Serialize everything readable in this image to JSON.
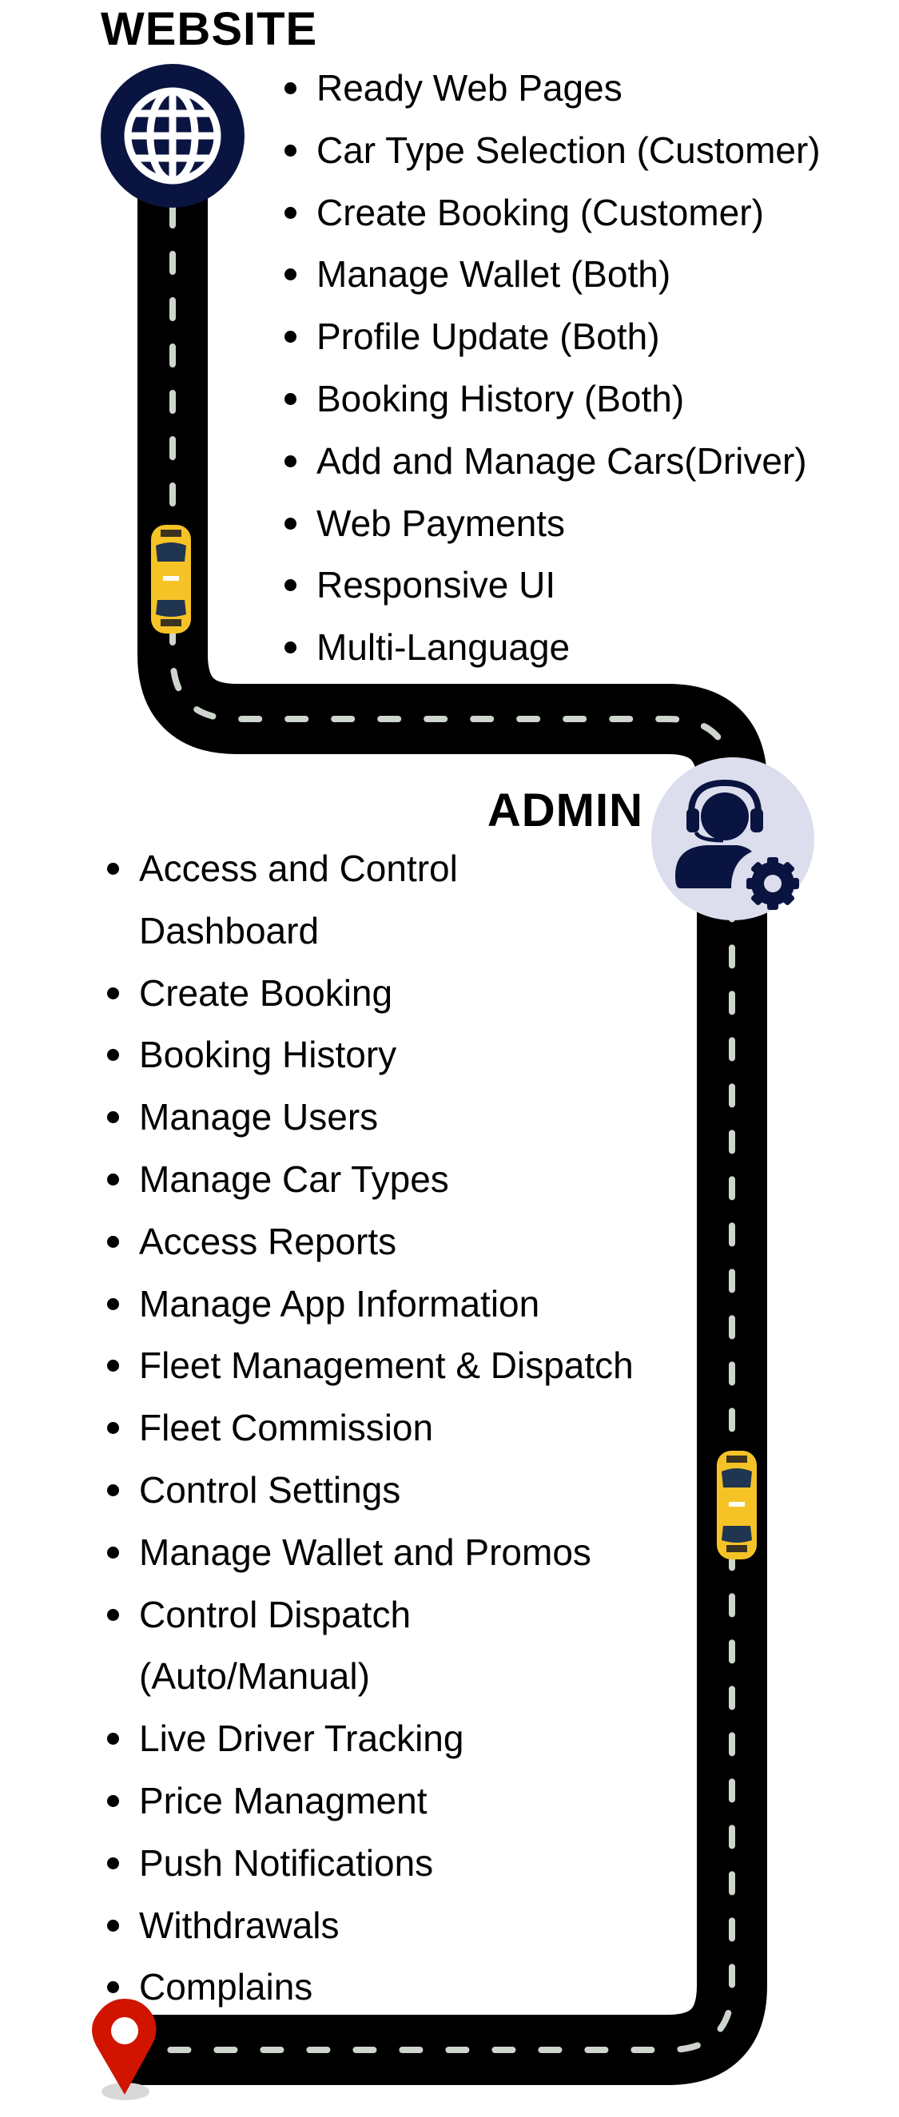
{
  "colors": {
    "road": "#000000",
    "lane": "#cdd5cc",
    "navy": "#0a1440",
    "admin_bg": "#dcdeee",
    "pin": "#d01400",
    "taxi": "#f6c326"
  },
  "website": {
    "title": "WEBSITE",
    "icon": "globe-icon",
    "items": [
      [
        "Ready Web Pages"
      ],
      [
        "Car Type Selection (Customer)"
      ],
      [
        "Create Booking (Customer)"
      ],
      [
        "Manage Wallet (Both)"
      ],
      [
        "Profile Update (Both)"
      ],
      [
        "Booking History (Both)"
      ],
      [
        "Add and Manage Cars(Driver)"
      ],
      [
        "Web Payments"
      ],
      [
        "Responsive UI"
      ],
      [
        "Multi-Language"
      ]
    ]
  },
  "admin": {
    "title": "ADMIN",
    "icon": "support-agent-gear-icon",
    "items": [
      [
        "Access and Control",
        "Dashboard"
      ],
      [
        "Create Booking"
      ],
      [
        "Booking History"
      ],
      [
        "Manage Users"
      ],
      [
        "Manage Car Types"
      ],
      [
        "Access Reports"
      ],
      [
        "Manage App Information"
      ],
      [
        "Fleet Management & Dispatch"
      ],
      [
        "Fleet Commission"
      ],
      [
        "Control Settings"
      ],
      [
        "Manage Wallet and Promos"
      ],
      [
        "Control Dispatch",
        "(Auto/Manual)"
      ],
      [
        "Live Driver Tracking"
      ],
      [
        "Price Managment"
      ],
      [
        "Push Notifications"
      ],
      [
        "Withdrawals"
      ],
      [
        "Complains"
      ]
    ]
  }
}
